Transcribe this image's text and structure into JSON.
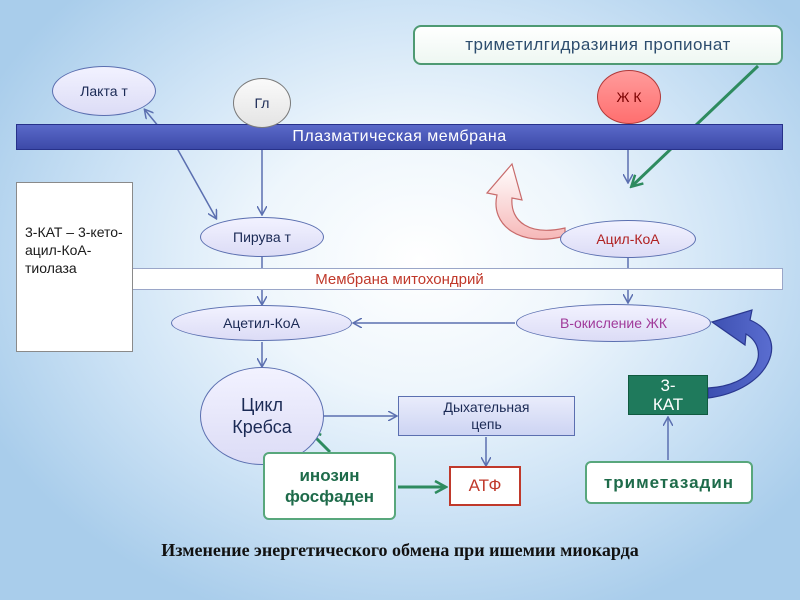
{
  "plasma_membrane": "Плазматическая мембрана",
  "mito_membrane": "Мембрана митохондрий",
  "inhibitor_top": "триметилгидразиния пропионат",
  "kat_box": "3-КАТ – 3-кето-ацил-КоА-тиолаза",
  "nodes": {
    "lactate": "Лакта т",
    "glucose": "Гл",
    "fatty_acids": "Ж К",
    "pyruvate": "Пирува т",
    "acyl_coa": "Ацил-КоА",
    "acetyl_coa": "Ацетил-КоА",
    "beta_oxidation": "В-окисление ЖК",
    "krebs": "Цикл Кребса",
    "respiratory_chain": "Дыхательная цепь",
    "atp": "АТФ",
    "inosine": "инозин фосфаден",
    "trimetazidine": "триметазадин",
    "kat3": "3-КАТ"
  },
  "caption": "Изменение энергетического обмена при ишемии миокарда",
  "colors": {
    "membrane": "#4452b4",
    "arrow": "#5b6fb0",
    "green": "#1e6b4a",
    "red": "#c0392b"
  }
}
